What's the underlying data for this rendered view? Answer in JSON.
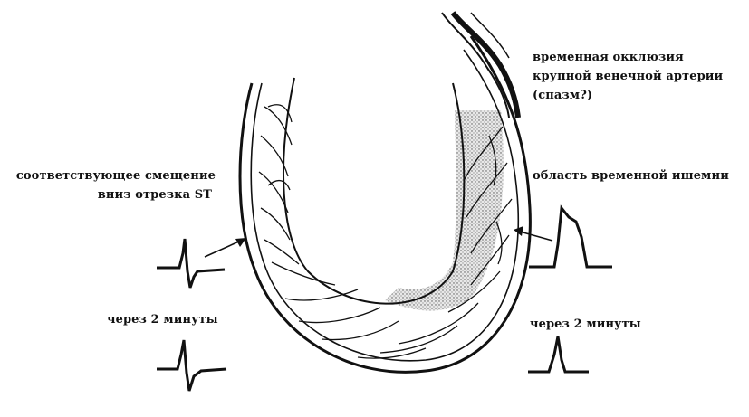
{
  "labels": {
    "occlusion": "временная окклюзия",
    "artery": "крупной венечной артерии",
    "spasm": "(спазм?)",
    "ischemia": "область временной ишемии",
    "st_shift_1": "соответствующее смещение",
    "st_shift_2": "вниз отрезка ST",
    "after_left": "через 2 минуты",
    "after_right": "через 2 минуты"
  }
}
